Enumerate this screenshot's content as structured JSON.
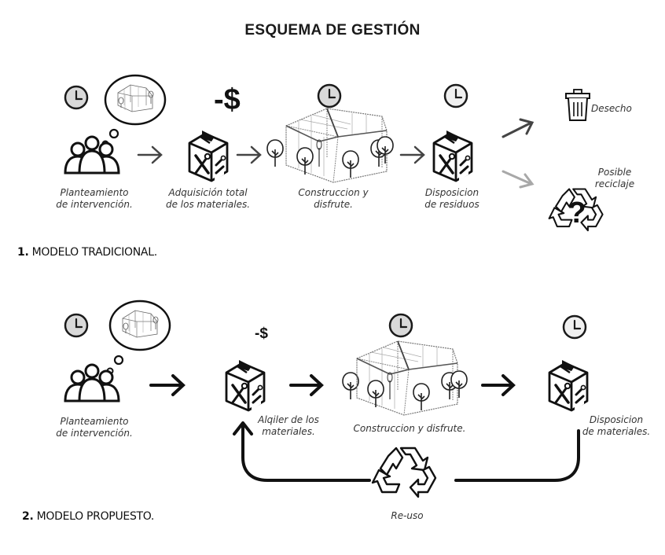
{
  "title": "ESQUEMA DE GESTIÓN",
  "model1": {
    "label_number": "1.",
    "label_text": "MODELO TRADICIONAL.",
    "cost": "-$",
    "steps": [
      {
        "caption_line1": "Planteamiento",
        "caption_line2": "de intervención."
      },
      {
        "caption_line1": "Adquisición total",
        "caption_line2": "de los materiales."
      },
      {
        "caption_line1": "Construccion y",
        "caption_line2": "disfrute."
      },
      {
        "caption_line1": "Disposicion",
        "caption_line2": "de residuos"
      }
    ],
    "outcome_waste": "Desecho",
    "outcome_recycle_line1": "Posible",
    "outcome_recycle_line2": "reciclaje"
  },
  "model2": {
    "label_number": "2.",
    "label_text": "MODELO PROPUESTO.",
    "cost": "-$",
    "steps": [
      {
        "caption_line1": "Planteamiento",
        "caption_line2": "de intervención."
      },
      {
        "caption_line1": "Alqiler de los",
        "caption_line2": "materiales."
      },
      {
        "caption_line1": "Construccion y disfrute.",
        "caption_line2": ""
      },
      {
        "caption_line1": "Disposicion",
        "caption_line2": "de materiales."
      }
    ],
    "reuse": "Re-uso"
  },
  "icons": [
    "clock-icon",
    "people-icon",
    "thought-bubble-icon",
    "toolbox-icon",
    "greenhouse-icon",
    "tree-icon",
    "trash-icon",
    "recycle-icon",
    "question-icon",
    "arrow-icon"
  ],
  "colors": {
    "ink": "#1a1a1a",
    "clock_face": "#d9d9d9",
    "faded_arrow": "#a8a8a8"
  }
}
